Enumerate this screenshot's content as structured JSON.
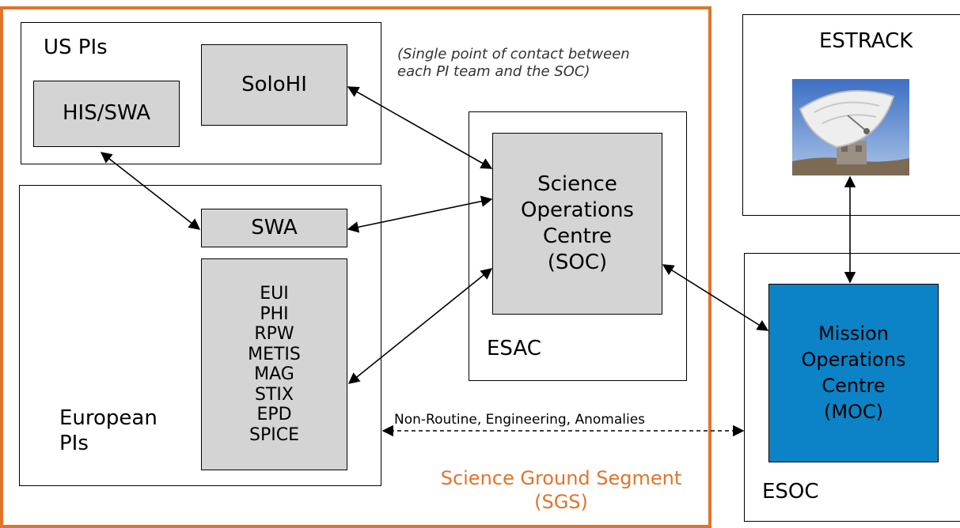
{
  "us_pis": {
    "title": "US PIs",
    "solohi": "SoloHI",
    "his_swa": "HIS/SWA"
  },
  "european_pis": {
    "title_line1": "European",
    "title_line2": "PIs",
    "swa": "SWA",
    "instruments": [
      "EUI",
      "PHI",
      "RPW",
      "METIS",
      "MAG",
      "STIX",
      "EPD",
      "SPICE"
    ]
  },
  "note": {
    "line1": "(Single point of contact between",
    "line2": "each PI team and the SOC)"
  },
  "esac": {
    "label": "ESAC",
    "soc_lines": [
      "Science",
      "Operations",
      "Centre",
      "(SOC)"
    ]
  },
  "estrack": {
    "label": "ESTRACK",
    "image": "satellite-dish-antenna"
  },
  "esoc": {
    "label": "ESOC",
    "moc_lines": [
      "Mission",
      "Operations",
      "Centre",
      "(MOC)"
    ]
  },
  "link_label": "Non-Routine, Engineering, Anomalies",
  "sgs": {
    "line1": "Science Ground Segment",
    "line2": "(SGS)"
  },
  "colors": {
    "sgs_frame": "#e0742b",
    "moc_fill": "#0b83c6",
    "instrument_fill": "#d4d4d4"
  }
}
